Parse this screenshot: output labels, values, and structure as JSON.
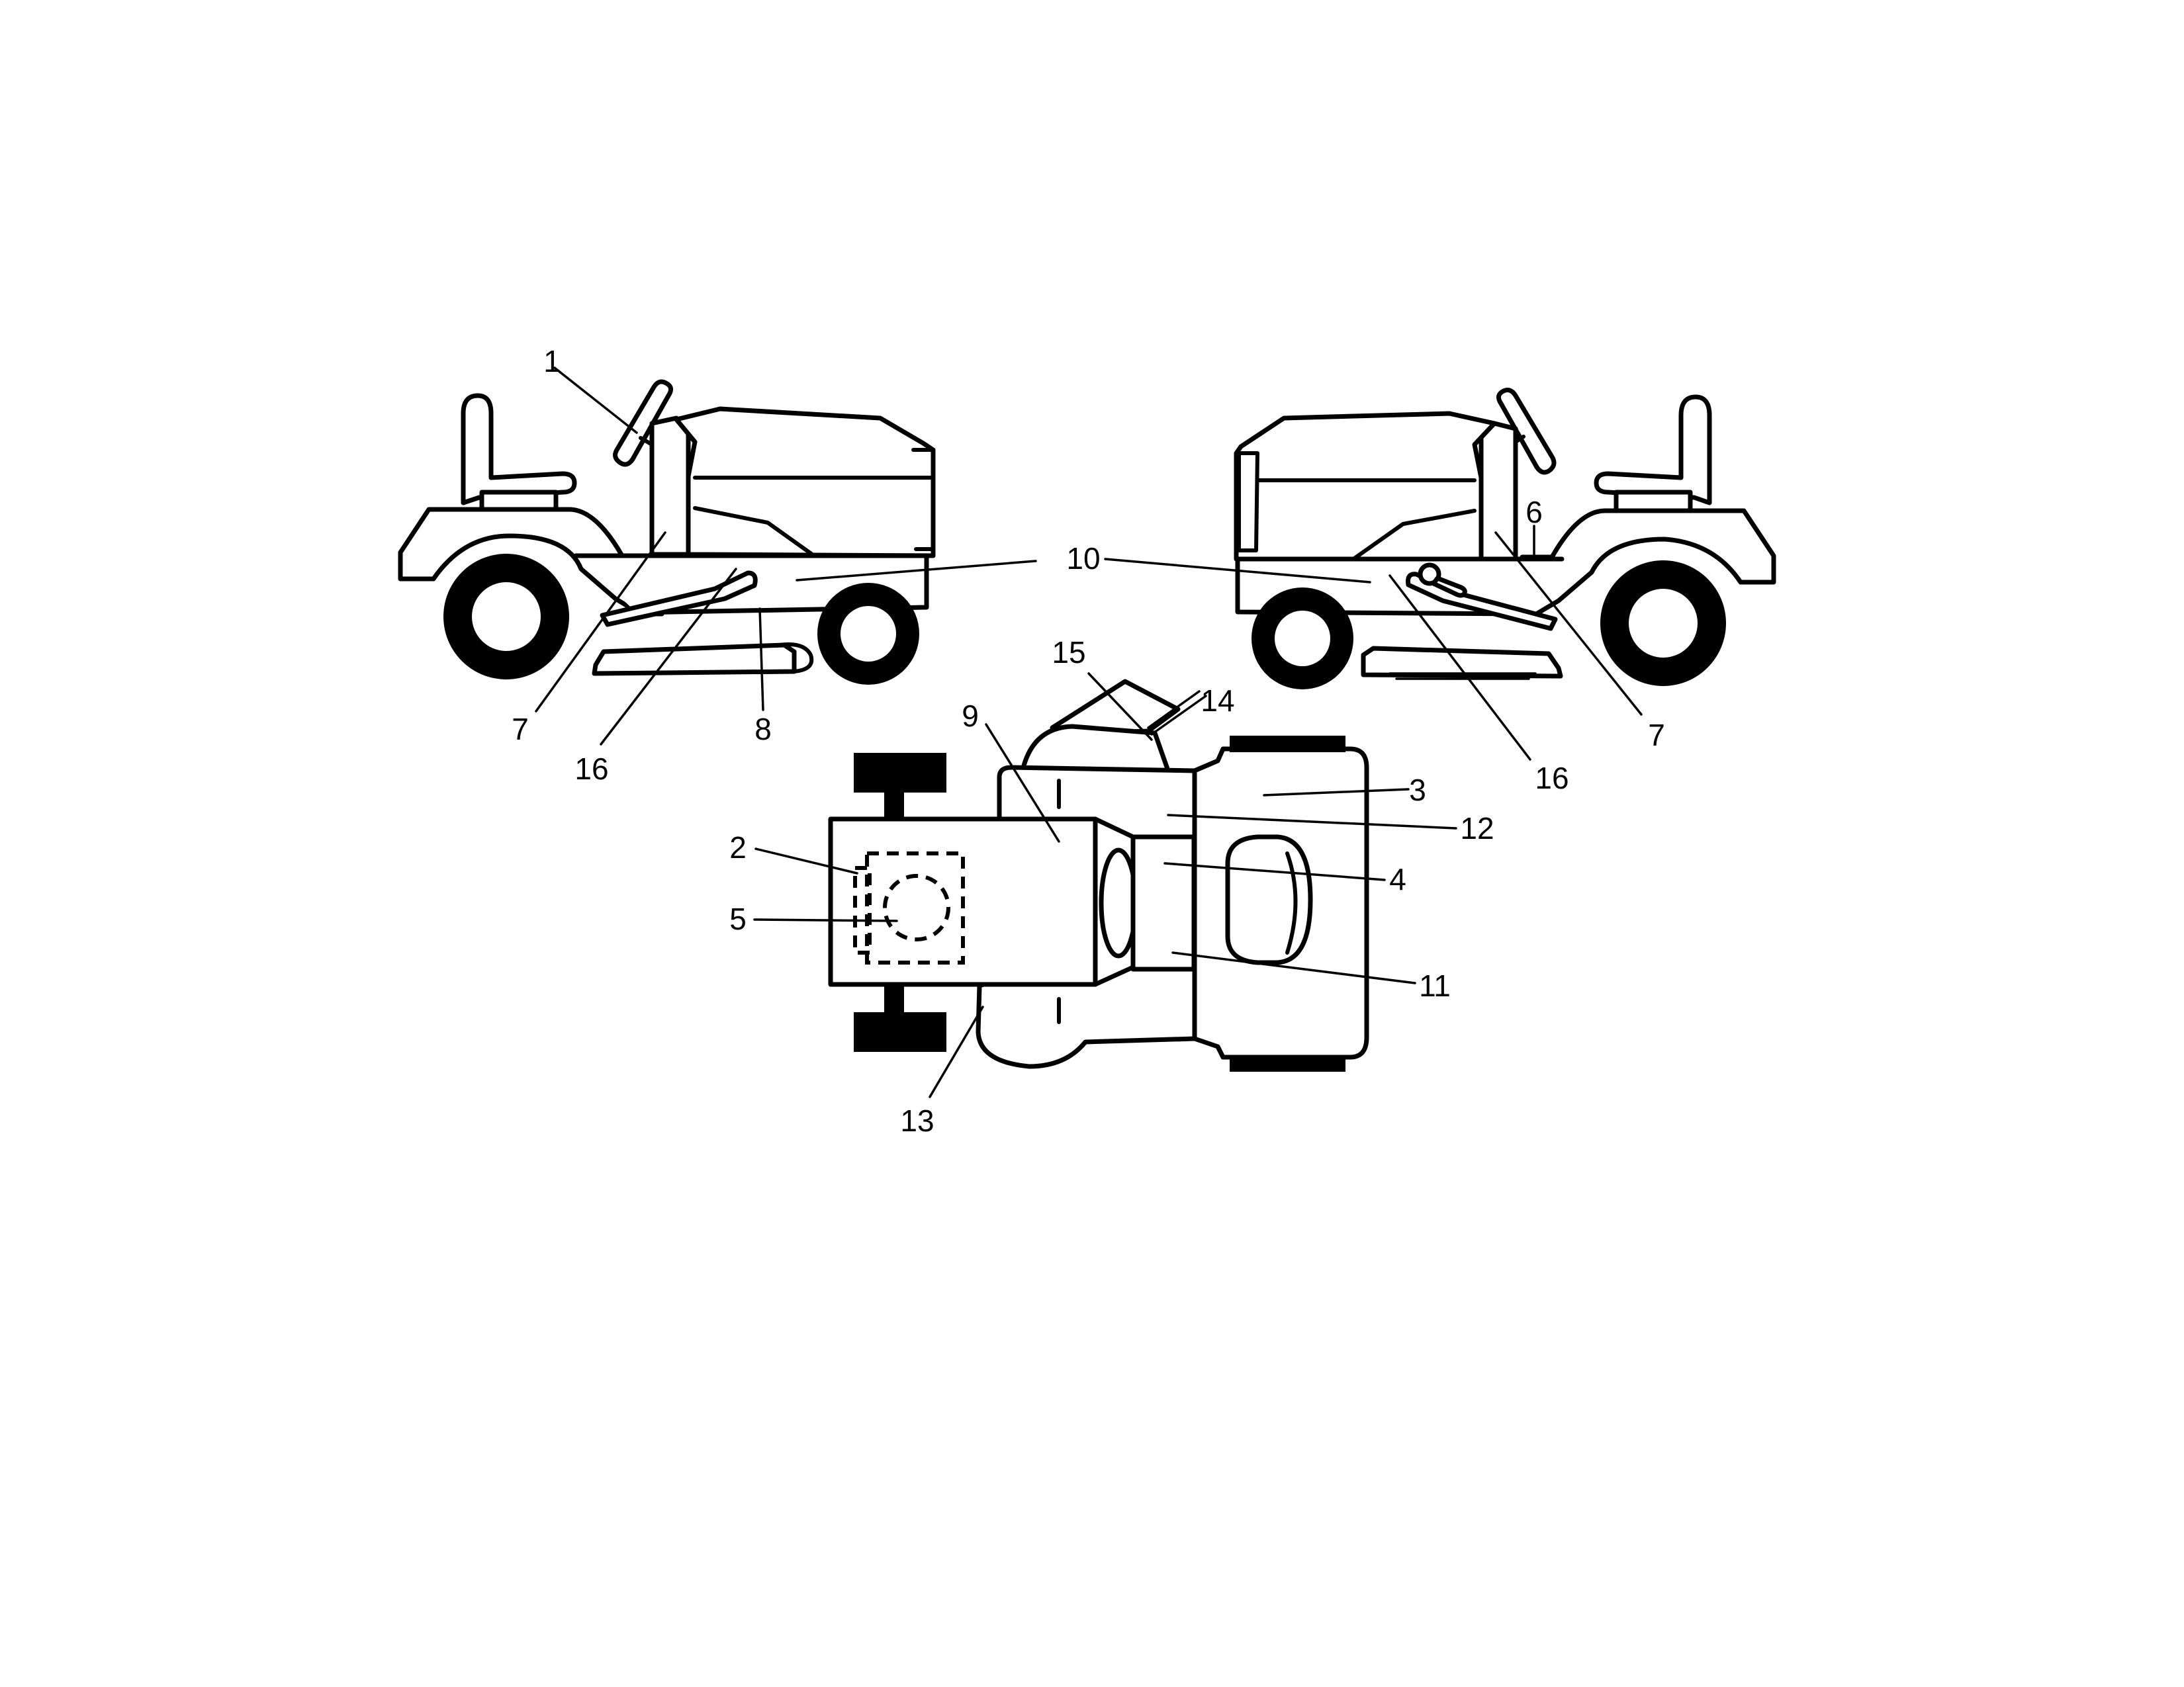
{
  "callouts": {
    "c1": "1",
    "c2": "2",
    "c3": "3",
    "c4": "4",
    "c5": "5",
    "c6": "6",
    "c7_left": "7",
    "c7_right": "7",
    "c8": "8",
    "c9": "9",
    "c10": "10",
    "c11": "11",
    "c12": "12",
    "c13": "13",
    "c14": "14",
    "c15": "15",
    "c16_left": "16",
    "c16_right": "16"
  }
}
